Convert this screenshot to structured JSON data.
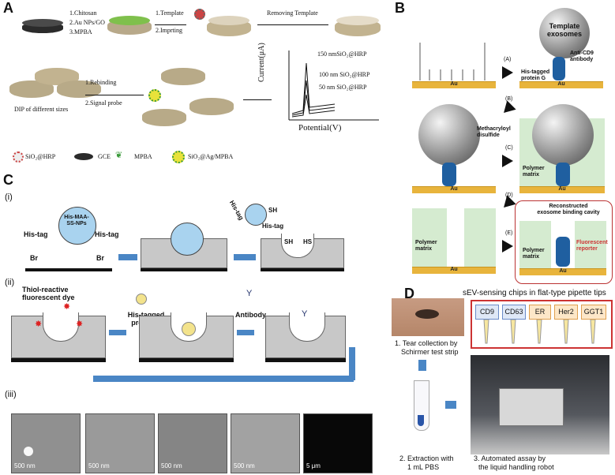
{
  "panels": {
    "a": "A",
    "b": "B",
    "c": "C",
    "d": "D"
  },
  "panel_a": {
    "step1": [
      "1.Chitosan",
      "2.Au NPs/GO",
      "3.MPBA"
    ],
    "step2": [
      "1.Template",
      "2.Imprting"
    ],
    "removing": "Removing Template",
    "step3": [
      "1.Rebinding",
      "2.Signal probe"
    ],
    "dip": "DIP of different sizes",
    "ylabel": "Current(μA)",
    "xlabel": "Potential(V)",
    "curves": [
      "150 nmSiO₂@HRP",
      "100 nm SiO₂@HRP",
      "50 nm SiO₂@HRP"
    ],
    "legend": [
      "SiO₂@HRP",
      "GCE",
      "MPBA",
      "SiO₂@Ag/MPBA"
    ]
  },
  "panel_b": {
    "au": "Au",
    "template": "Template exosomes",
    "anti_cd9": "Anti-CD9 antibody",
    "his_tagged": "His-tagged protein G",
    "steps": [
      "(A)",
      "(B)",
      "(C)",
      "(D)",
      "(E)"
    ],
    "methacryloyl": "Methacryloyl disulfide",
    "polymer": "Polymer matrix",
    "reconstructed": "Reconstructed exosome binding cavity",
    "fluorescent": "Fluorescent reporter"
  },
  "panel_c": {
    "sub": [
      "(i)",
      "(ii)",
      "(iii)"
    ],
    "histag": "His-tag",
    "np_label": "His-MAA-SS-NPs",
    "br": "Br",
    "sh": "SH",
    "hs": "HS",
    "thiol_dye": "Thiol-reactive fluorescent dye",
    "his_proteinG": "His-tagged proteinG",
    "antibody": "Antibody",
    "scales": [
      "500 nm",
      "500 nm",
      "500 nm",
      "500 nm",
      "5 μm"
    ]
  },
  "panel_d": {
    "title": "sEV-sensing chips in flat-type pipette tips",
    "chips": [
      "CD9",
      "CD63",
      "ER",
      "Her2",
      "GGT1"
    ],
    "chip_colors": [
      "#dfe8f7",
      "#dfe8f7",
      "#fde7c8",
      "#fde7c8",
      "#fde7c8"
    ],
    "step1": [
      "1. Tear collection by",
      "Schirmer test strip"
    ],
    "step2": [
      "2. Extraction with",
      "1 mL PBS"
    ],
    "step3": [
      "3. Automated assay by",
      "the liquid handling robot"
    ]
  }
}
